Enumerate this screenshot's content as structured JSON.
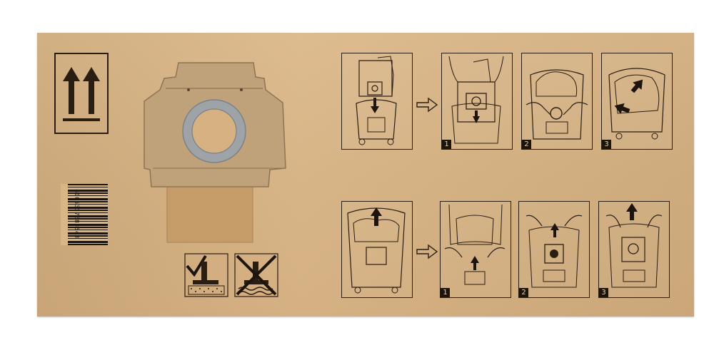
{
  "barcode": {
    "digits": "4005337683543"
  },
  "steps": {
    "row1": [
      "1",
      "2",
      "3"
    ],
    "row2": [
      "1",
      "2",
      "3"
    ]
  },
  "icons": {
    "orientation": "this-side-up-icon",
    "allowed": "dry-dust-allowed-icon",
    "forbidden": "wet-liquid-forbidden-icon"
  },
  "colors": {
    "bag": "#d6b282",
    "plate": "#bfa27a",
    "ring": "#9ea3a8",
    "ink": "#2a1d12"
  }
}
